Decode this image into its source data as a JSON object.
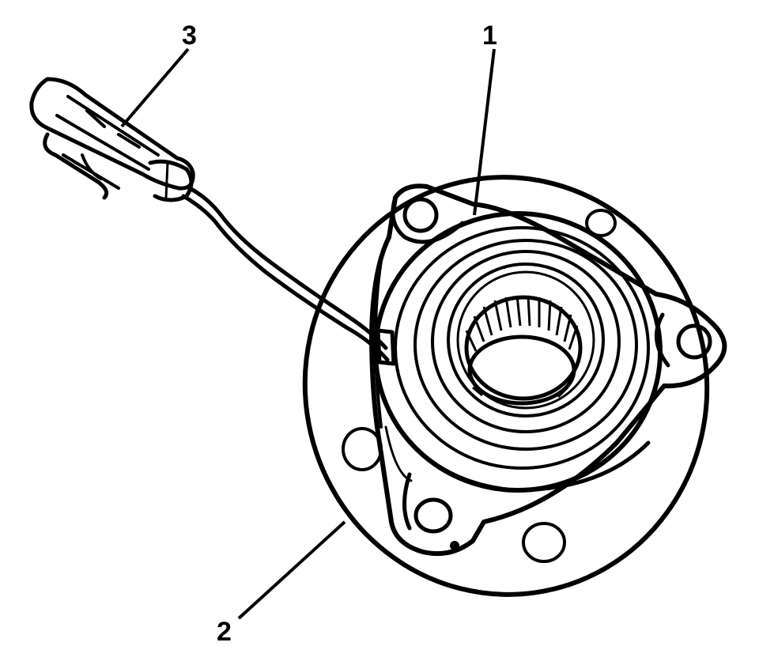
{
  "callouts": {
    "hub_bearing": "1",
    "wheel_flange": "2",
    "sensor_connector": "3"
  },
  "colors": {
    "ink": "#000000",
    "paper": "#ffffff"
  }
}
